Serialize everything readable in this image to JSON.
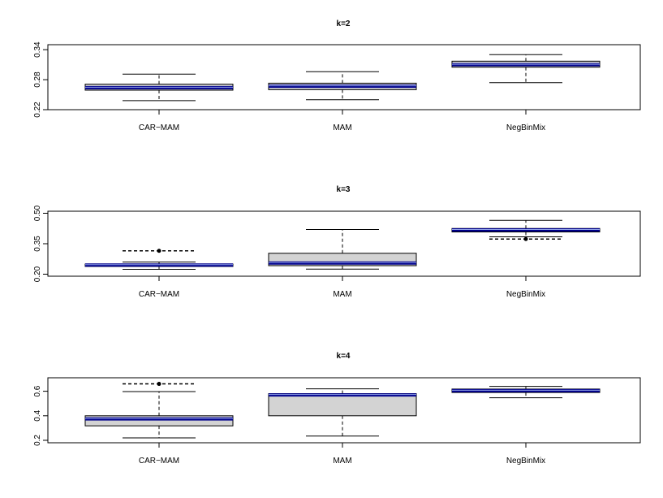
{
  "chart_data": [
    {
      "type": "box",
      "title": "k=2",
      "categories": [
        "CAR−MAM",
        "MAM",
        "NegBinMix"
      ],
      "ylim": [
        0.22,
        0.35
      ],
      "yticks": [
        0.22,
        0.28,
        0.34
      ],
      "ytick_labels": [
        "0.22",
        "0.28",
        "0.34"
      ],
      "boxes": [
        {
          "category": "CAR−MAM",
          "whisker_low": 0.238,
          "q1": 0.259,
          "median": 0.264,
          "q3": 0.271,
          "whisker_high": 0.291,
          "outliers": []
        },
        {
          "category": "MAM",
          "whisker_low": 0.24,
          "q1": 0.26,
          "median": 0.267,
          "q3": 0.273,
          "whisker_high": 0.296,
          "outliers": []
        },
        {
          "category": "NegBinMix",
          "whisker_low": 0.274,
          "q1": 0.305,
          "median": 0.31,
          "q3": 0.317,
          "whisker_high": 0.33,
          "outliers": []
        }
      ]
    },
    {
      "type": "box",
      "title": "k=3",
      "categories": [
        "CAR−MAM",
        "MAM",
        "NegBinMix"
      ],
      "ylim": [
        0.19,
        0.51
      ],
      "yticks": [
        0.2,
        0.35,
        0.5
      ],
      "ytick_labels": [
        "0.20",
        "0.35",
        "0.50"
      ],
      "boxes": [
        {
          "category": "CAR−MAM",
          "whisker_low": 0.224,
          "q1": 0.238,
          "median": 0.245,
          "q3": 0.25,
          "whisker_high": 0.26,
          "outliers": [
            0.315
          ]
        },
        {
          "category": "MAM",
          "whisker_low": 0.225,
          "q1": 0.242,
          "median": 0.255,
          "q3": 0.303,
          "whisker_high": 0.42,
          "outliers": []
        },
        {
          "category": "NegBinMix",
          "whisker_low": 0.384,
          "q1": 0.408,
          "median": 0.418,
          "q3": 0.425,
          "whisker_high": 0.465,
          "outliers": [
            0.373
          ]
        }
      ]
    },
    {
      "type": "box",
      "title": "k=4",
      "categories": [
        "CAR−MAM",
        "MAM",
        "NegBinMix"
      ],
      "ylim": [
        0.18,
        0.71
      ],
      "yticks": [
        0.2,
        0.4,
        0.6
      ],
      "ytick_labels": [
        "0.2",
        "0.4",
        "0.6"
      ],
      "boxes": [
        {
          "category": "CAR−MAM",
          "whisker_low": 0.22,
          "q1": 0.318,
          "median": 0.375,
          "q3": 0.4,
          "whisker_high": 0.597,
          "outliers": [
            0.66
          ]
        },
        {
          "category": "MAM",
          "whisker_low": 0.235,
          "q1": 0.4,
          "median": 0.57,
          "q3": 0.58,
          "whisker_high": 0.62,
          "outliers": []
        },
        {
          "category": "NegBinMix",
          "whisker_low": 0.547,
          "q1": 0.59,
          "median": 0.605,
          "q3": 0.618,
          "whisker_high": 0.64,
          "outliers": []
        }
      ]
    }
  ],
  "colors": {
    "box_fill": "#d3d3d3",
    "median": "#00008b",
    "median_highlight": "#8fa0e8",
    "stroke": "#000000"
  }
}
